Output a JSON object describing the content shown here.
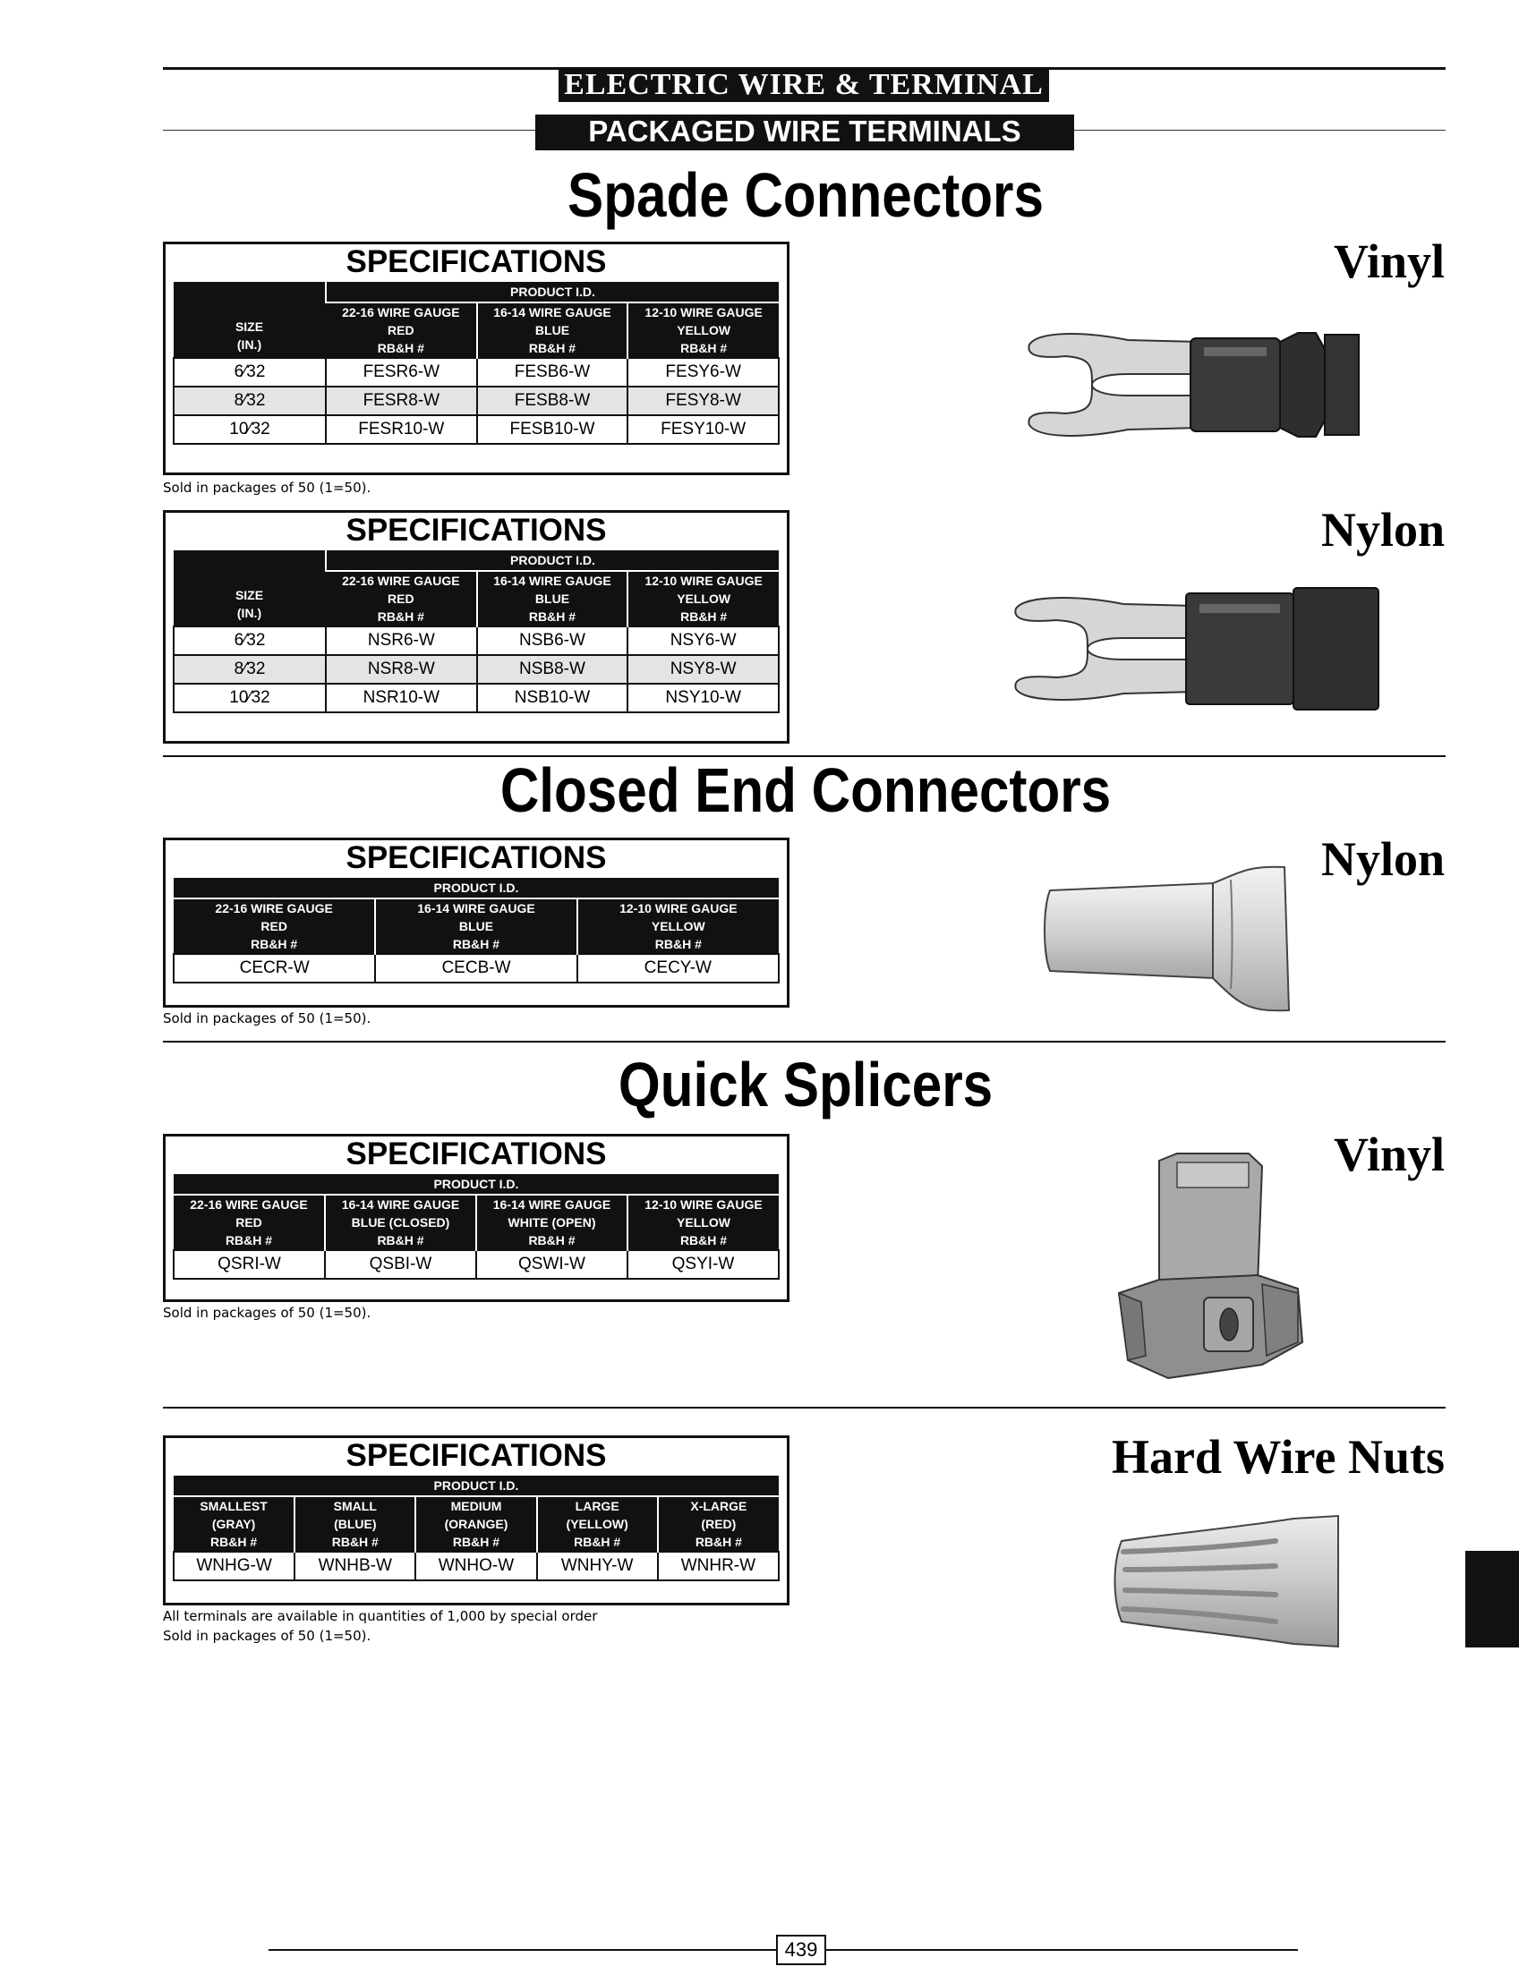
{
  "header": {
    "category": "ELECTRIC WIRE & TERMINAL",
    "subcategory": "PACKAGED WIRE TERMINALS"
  },
  "sections": {
    "spade": {
      "title": "Spade Connectors"
    },
    "closed_end": {
      "title": "Closed End Connectors"
    },
    "quick_splicers": {
      "title": "Quick Splicers"
    }
  },
  "tables": {
    "spade_vinyl": {
      "variant": "Vinyl",
      "title": "SPECIFICATIONS",
      "group_header": "PRODUCT I.D.",
      "size_header": [
        "SIZE",
        "(IN.)"
      ],
      "columns": [
        [
          "22-16 WIRE GAUGE",
          "RED",
          "RB&H #"
        ],
        [
          "16-14 WIRE GAUGE",
          "BLUE",
          "RB&H #"
        ],
        [
          "12-10 WIRE GAUGE",
          "YELLOW",
          "RB&H #"
        ]
      ],
      "rows": [
        [
          "6⁄32",
          "FESR6-W",
          "FESB6-W",
          "FESY6-W"
        ],
        [
          "8⁄32",
          "FESR8-W",
          "FESB8-W",
          "FESY8-W"
        ],
        [
          "10⁄32",
          "FESR10-W",
          "FESB10-W",
          "FESY10-W"
        ]
      ],
      "note": "Sold in packages of 50 (1=50)."
    },
    "spade_nylon": {
      "variant": "Nylon",
      "title": "SPECIFICATIONS",
      "group_header": "PRODUCT I.D.",
      "size_header": [
        "SIZE",
        "(IN.)"
      ],
      "columns": [
        [
          "22-16 WIRE GAUGE",
          "RED",
          "RB&H #"
        ],
        [
          "16-14 WIRE GAUGE",
          "BLUE",
          "RB&H #"
        ],
        [
          "12-10 WIRE GAUGE",
          "YELLOW",
          "RB&H #"
        ]
      ],
      "rows": [
        [
          "6⁄32",
          "NSR6-W",
          "NSB6-W",
          "NSY6-W"
        ],
        [
          "8⁄32",
          "NSR8-W",
          "NSB8-W",
          "NSY8-W"
        ],
        [
          "10⁄32",
          "NSR10-W",
          "NSB10-W",
          "NSY10-W"
        ]
      ]
    },
    "closed_end_nylon": {
      "variant": "Nylon",
      "title": "SPECIFICATIONS",
      "group_header": "PRODUCT I.D.",
      "columns": [
        [
          "22-16 WIRE GAUGE",
          "RED",
          "RB&H #"
        ],
        [
          "16-14 WIRE GAUGE",
          "BLUE",
          "RB&H #"
        ],
        [
          "12-10 WIRE GAUGE",
          "YELLOW",
          "RB&H #"
        ]
      ],
      "rows": [
        [
          "CECR-W",
          "CECB-W",
          "CECY-W"
        ]
      ],
      "note": "Sold in packages of 50 (1=50)."
    },
    "quick_splicers_vinyl": {
      "variant": "Vinyl",
      "title": "SPECIFICATIONS",
      "group_header": "PRODUCT I.D.",
      "columns": [
        [
          "22-16 WIRE GAUGE",
          "RED",
          "RB&H #"
        ],
        [
          "16-14 WIRE GAUGE",
          "BLUE (CLOSED)",
          "RB&H #"
        ],
        [
          "16-14 WIRE GAUGE",
          "WHITE (OPEN)",
          "RB&H #"
        ],
        [
          "12-10 WIRE GAUGE",
          "YELLOW",
          "RB&H #"
        ]
      ],
      "rows": [
        [
          "QSRI-W",
          "QSBI-W",
          "QSWI-W",
          "QSYI-W"
        ]
      ],
      "note": "Sold in packages of 50 (1=50)."
    },
    "wire_nuts": {
      "variant": "Hard Wire Nuts",
      "title": "SPECIFICATIONS",
      "group_header": "PRODUCT I.D.",
      "columns": [
        [
          "SMALLEST",
          "(GRAY)",
          "RB&H #"
        ],
        [
          "SMALL",
          "(BLUE)",
          "RB&H #"
        ],
        [
          "MEDIUM",
          "(ORANGE)",
          "RB&H #"
        ],
        [
          "LARGE",
          "(YELLOW)",
          "RB&H #"
        ],
        [
          "X-LARGE",
          "(RED)",
          "RB&H #"
        ]
      ],
      "rows": [
        [
          "WNHG-W",
          "WNHB-W",
          "WNHO-W",
          "WNHY-W",
          "WNHR-W"
        ]
      ],
      "note1": "All terminals are available in quantities of 1,000 by special order",
      "note2": "Sold in packages of 50 (1=50)."
    }
  },
  "images": {
    "spade_vinyl": "vinyl-spade-connector-illustration",
    "spade_nylon": "nylon-spade-connector-illustration",
    "closed_end": "closed-end-connector-illustration",
    "quick_splicer": "quick-splicer-illustration",
    "wire_nut": "hard-wire-nut-illustration"
  },
  "footer": {
    "page_number": "439"
  }
}
